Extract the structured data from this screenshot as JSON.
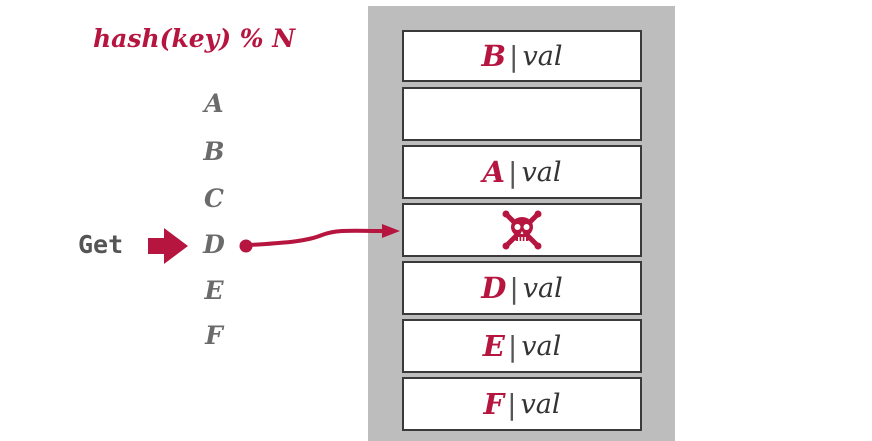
{
  "formula": "hash(key) % N",
  "keys": [
    "A",
    "B",
    "C",
    "D",
    "E",
    "F"
  ],
  "operation": "Get",
  "slots": [
    {
      "key": "B",
      "sep": "|",
      "val": "val"
    },
    {
      "key": "",
      "sep": "",
      "val": ""
    },
    {
      "key": "A",
      "sep": "|",
      "val": "val"
    },
    {
      "tombstone": true,
      "icon": "skull-crossbones-icon"
    },
    {
      "key": "D",
      "sep": "|",
      "val": "val"
    },
    {
      "key": "E",
      "sep": "|",
      "val": "val"
    },
    {
      "key": "F",
      "sep": "|",
      "val": "val"
    }
  ],
  "colors": {
    "accent": "#b5153f",
    "key_gray": "#6b6b6b",
    "table_bg": "#bdbdbd",
    "border": "#3a3a3a"
  }
}
